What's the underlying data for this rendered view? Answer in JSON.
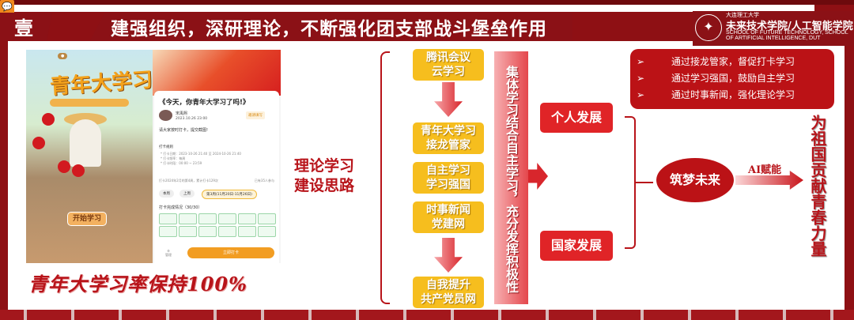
{
  "header": {
    "section_number": "壹",
    "title": "建强组织，深研理论，不断强化团支部战斗堡垒作用",
    "chat_icon": "speech-bubble-icon"
  },
  "logo": {
    "university": "大连理工大学",
    "name": "未来技术学院/人工智能学院",
    "english": "SCHOOL OF FUTURE TECHNOLOGY, SCHOOL OF ARTIFICIAL INTELLIGENCE, DUT"
  },
  "phone_left": {
    "title": "青年大学习",
    "start_button": "开始学习"
  },
  "phone_right": {
    "post_title": "《今天，你青年大学习了吗!》",
    "author": "宋禹熙",
    "date": "2023.10.26 23:00",
    "invite": "邀请填写",
    "message": "请大家按时打卡，提交截图!",
    "rules_title": "打卡规则",
    "rules": [
      "* 打卡日期：2023-10-26 21:40 至 2024-10-26 21:40",
      "* 打卡频率：每周",
      "* 打卡时段：00:00 ~ 23:59"
    ],
    "stats": "打卡2024年2月的第4周，累计打卡129次",
    "participants": "已有35人参与",
    "weeks": [
      "本周",
      "上周",
      "第3周(11月20日-11月26日)"
    ],
    "progress": "打卡完成情况（30/30）",
    "manage": "管理",
    "checkin_button": "立即打卡"
  },
  "rate_text": "青年大学习率保持100%",
  "theory_label": "理论学习建设思路",
  "steps": [
    {
      "line1": "腾讯会议",
      "line2": "云学习"
    },
    {
      "line1": "青年大学习",
      "line2": "接龙管家"
    },
    {
      "line1": "自主学习",
      "line2": "学习强国"
    },
    {
      "line1": "时事新闻",
      "line2": "党建网"
    },
    {
      "line1": "自我提升",
      "line2": "共产党员网"
    }
  ],
  "vertical_bar": "集体学习结合自主学习，充分发挥积极性",
  "outcomes": {
    "personal": "个人发展",
    "national": "国家发展"
  },
  "callout": [
    {
      "a": "通过接龙管家，",
      "b": "督促打卡学习"
    },
    {
      "a": "通过学习强国，",
      "b": "鼓励自主学习"
    },
    {
      "a": "通过时事新闻，",
      "b": "强化理论学习"
    }
  ],
  "dream": "筑梦未来",
  "ai_label": "AI赋能",
  "slogan": "为祖国贡献青春力量",
  "colors": {
    "primary_red": "#bb1216",
    "dark_red": "#8b1116",
    "yellow": "#f6be1e",
    "orange": "#f29d22"
  }
}
